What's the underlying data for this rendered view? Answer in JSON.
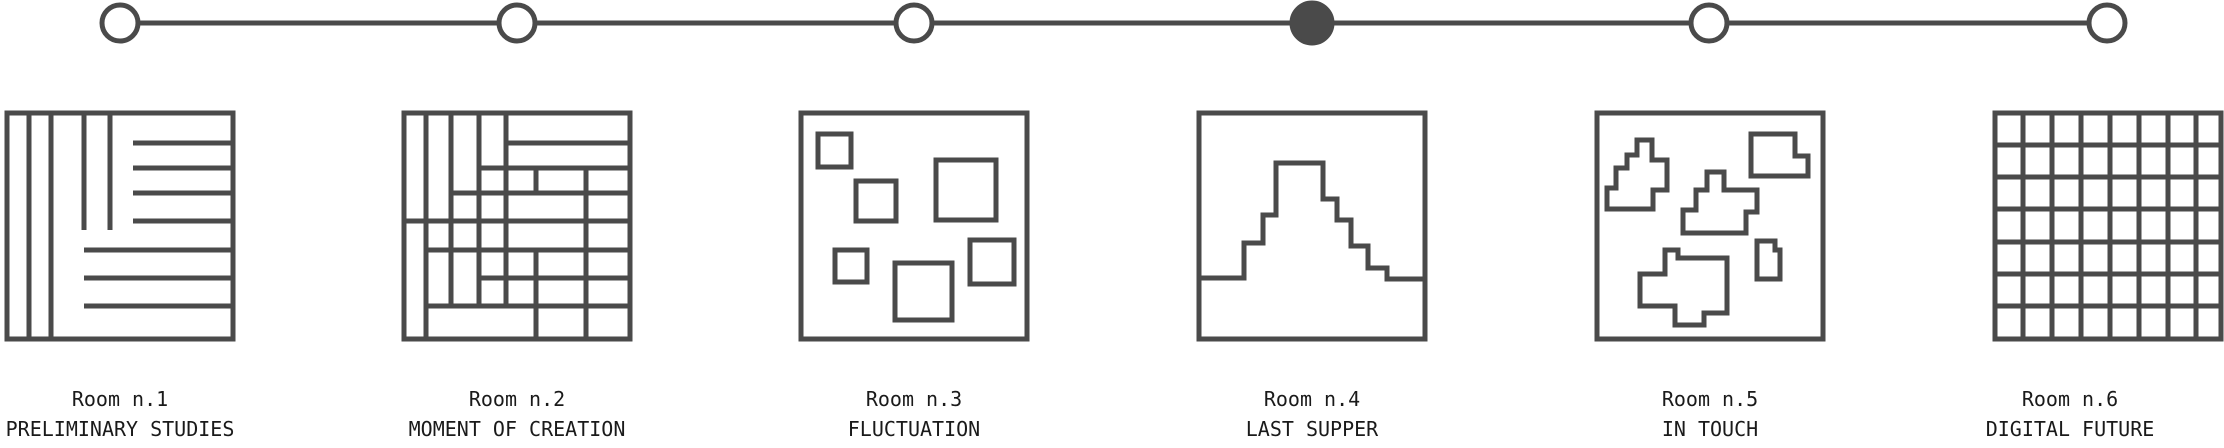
{
  "timeline": {
    "line_color": "#4a4a4a",
    "active_index": 3,
    "node_count": 6
  },
  "rooms": [
    {
      "number": "Room n.1",
      "title": "PRELIMINARY STUDIES",
      "pattern": "lines"
    },
    {
      "number": "Room n.2",
      "title": "MOMENT OF CREATION",
      "pattern": "grid-mixed"
    },
    {
      "number": "Room n.3",
      "title": "FLUCTUATION",
      "pattern": "scattered-squares"
    },
    {
      "number": "Room n.4",
      "title": "LAST SUPPER",
      "pattern": "stepped-peak"
    },
    {
      "number": "Room n.5",
      "title": "IN TOUCH",
      "pattern": "irregular-shapes"
    },
    {
      "number": "Room n.6",
      "title": "DIGITAL FUTURE",
      "pattern": "regular-grid"
    }
  ]
}
